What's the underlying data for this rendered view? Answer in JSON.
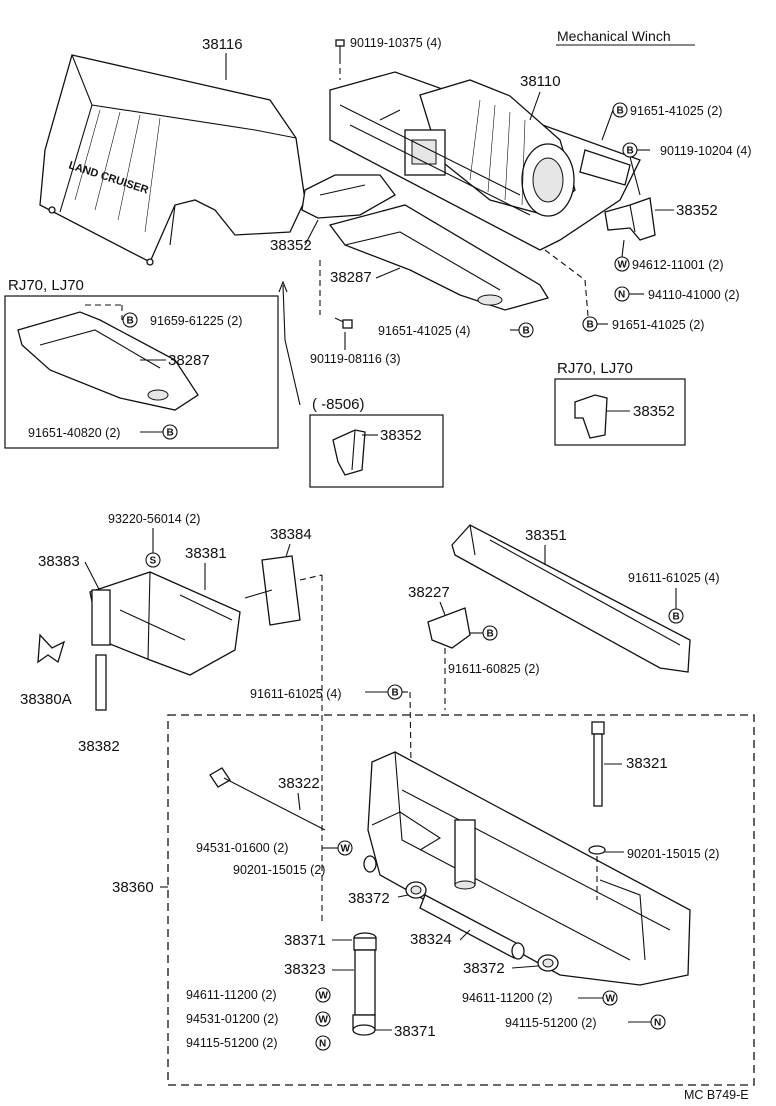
{
  "title": "Mechanical Winch",
  "variant_rj70_lj70": "RJ70, LJ70",
  "variant_8506": "(      -8506)",
  "footer_code": "MC  B749-E",
  "parts": {
    "p38116": "38116",
    "p90119_10375": "90119-10375 (4)",
    "p38110": "38110",
    "p91651_41025_a": "91651-41025 (2)",
    "p90119_10204": "90119-10204 (4)",
    "p38352_a": "38352",
    "p38352_b": "38352",
    "p38287_a": "38287",
    "p94612_11001": "94612-11001 (2)",
    "p94110_41000": "94110-41000 (2)",
    "p91659_61225": "91659-61225 (2)",
    "p38287_b": "38287",
    "p91651_40820": "91651-40820 (2)",
    "p90119_08116": "90119-08116 (3)",
    "p91651_41025_b": "91651-41025 (4)",
    "p91651_41025_c": "91651-41025 (2)",
    "p38352_c": "38352",
    "p38352_d": "38352",
    "p93220_56014": "93220-56014 (2)",
    "p38384": "38384",
    "p38383": "38383",
    "p38381": "38381",
    "p38380a": "38380A",
    "p38382": "38382",
    "p38351": "38351",
    "p38227": "38227",
    "p91611_61025_a": "91611-61025 (4)",
    "p91611_60825": "91611-60825 (2)",
    "p91611_61025_b": "91611-61025 (4)",
    "p38321": "38321",
    "p38322": "38322",
    "p94531_01600": "94531-01600 (2)",
    "p90201_15015_a": "90201-15015 (2)",
    "p90201_15015_b": "90201-15015 (2)",
    "p38360": "38360",
    "p38372_a": "38372",
    "p38324": "38324",
    "p38371_a": "38371",
    "p38323": "38323",
    "p38372_b": "38372",
    "p94611_11200_a": "94611-11200 (2)",
    "p94611_11200_b": "94611-11200 (2)",
    "p94531_01200": "94531-01200 (2)",
    "p94115_51200_a": "94115-51200 (2)",
    "p94115_51200_b": "94115-51200 (2)",
    "p38371_b": "38371",
    "p38360_unused": ""
  },
  "symbols": {
    "b": "B",
    "w": "W",
    "n": "N",
    "s": "S"
  },
  "logo_text": "LAND CRUISER"
}
